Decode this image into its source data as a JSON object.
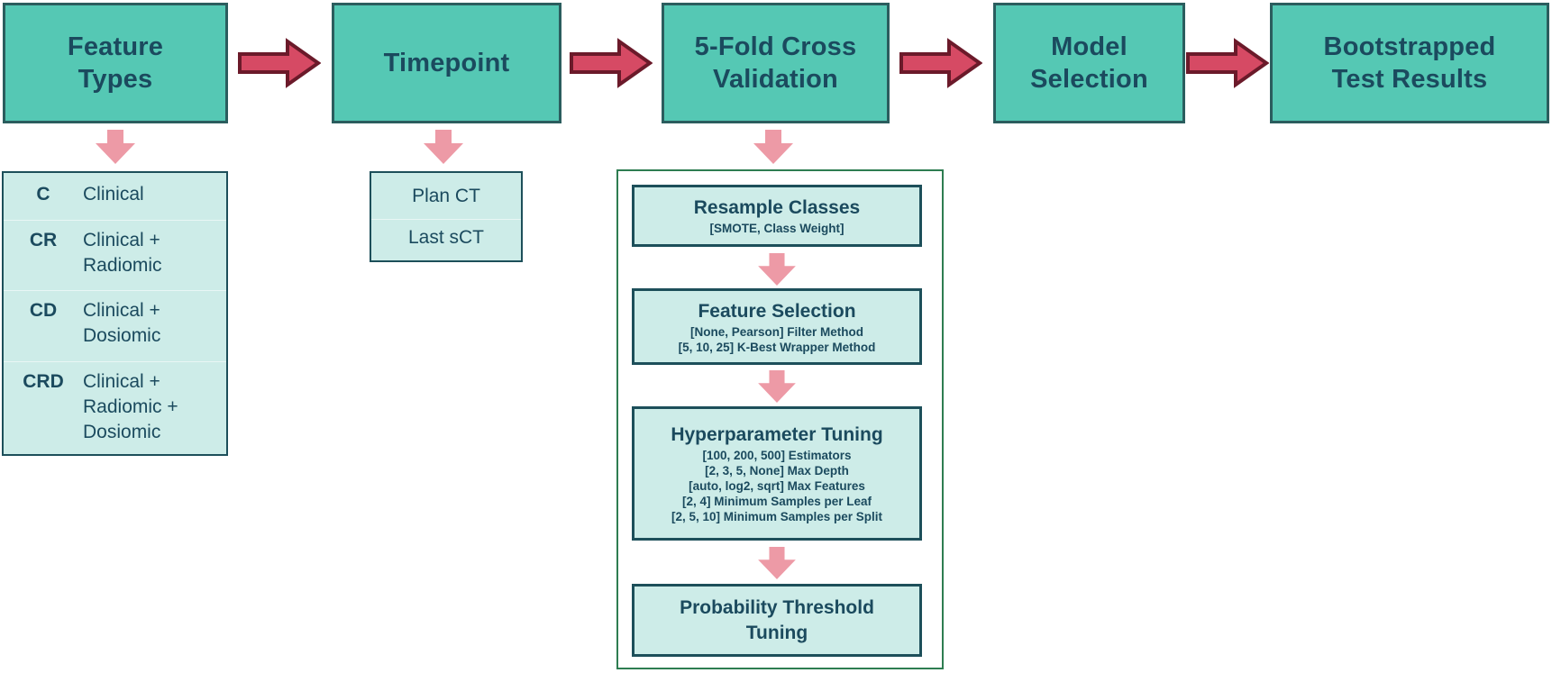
{
  "palette": {
    "process_box_fill": "#55c8b4",
    "process_box_border": "#2b5d5e",
    "text_ink": "#1b4a5e",
    "option_box_fill": "#cdece8",
    "option_box_border": "#1d4f5a",
    "flow_arrow_fill": "#d64a64",
    "flow_arrow_border": "#6b1a2a",
    "down_arrow_fill": "#ed9aa6",
    "cv_container_border": "#2e7d51"
  },
  "pipeline": {
    "steps": [
      {
        "label": "Feature Types",
        "lines": [
          "Feature",
          "Types"
        ]
      },
      {
        "label": "Timepoint",
        "lines": [
          "Timepoint"
        ]
      },
      {
        "label": "5-Fold Cross Validation",
        "lines": [
          "5-Fold Cross",
          "Validation"
        ]
      },
      {
        "label": "Model Selection",
        "lines": [
          "Model",
          "Selection"
        ]
      },
      {
        "label": "Bootstrapped Test Results",
        "lines": [
          "Bootstrapped",
          "Test Results"
        ]
      }
    ]
  },
  "feature_types_legend": {
    "rows": [
      {
        "abbr": "C",
        "label": "Clinical",
        "lines": [
          "Clinical"
        ]
      },
      {
        "abbr": "CR",
        "label": "Clinical + Radiomic",
        "lines": [
          "Clinical +",
          "Radiomic"
        ]
      },
      {
        "abbr": "CD",
        "label": "Clinical + Dosiomic",
        "lines": [
          "Clinical +",
          "Dosiomic"
        ]
      },
      {
        "abbr": "CRD",
        "label": "Clinical + Radiomic + Dosiomic",
        "lines": [
          "Clinical +",
          "Radiomic +",
          "Dosiomic"
        ]
      }
    ]
  },
  "timepoint_options": {
    "items": [
      "Plan CT",
      "Last sCT"
    ]
  },
  "cross_validation": {
    "steps": [
      {
        "title": "Resample Classes",
        "details": [
          "[SMOTE, Class Weight]"
        ]
      },
      {
        "title": "Feature Selection",
        "details": [
          "[None, Pearson] Filter Method",
          "[5, 10, 25] K-Best Wrapper Method"
        ]
      },
      {
        "title": "Hyperparameter Tuning",
        "details": [
          "[100, 200, 500] Estimators",
          "[2, 3, 5, None] Max Depth",
          "[auto, log2, sqrt] Max Features",
          "[2, 4] Minimum Samples per Leaf",
          "[2, 5, 10] Minimum Samples per Split"
        ]
      },
      {
        "title": "Probability Threshold Tuning",
        "details": []
      }
    ]
  }
}
